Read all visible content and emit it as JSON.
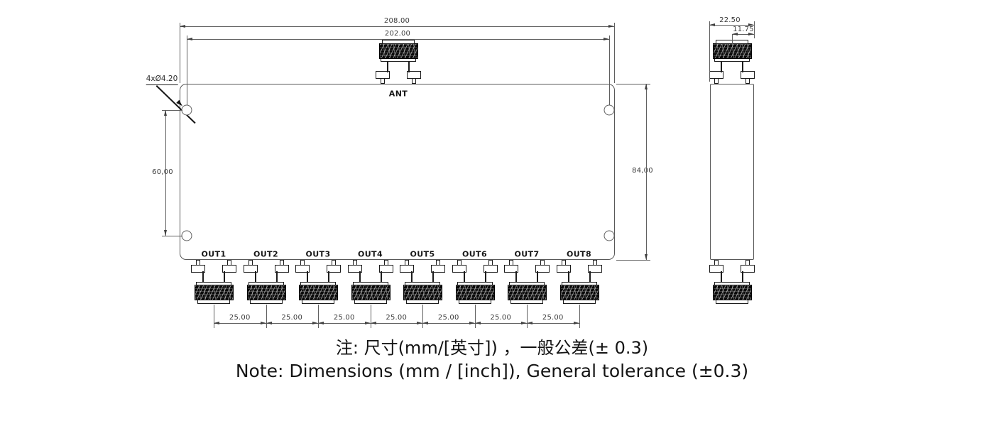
{
  "front": {
    "dim_overall": "208.00",
    "dim_hole_span": "202.00",
    "hole_callout": "4xØ4.20",
    "dim_hole_vertical": "60,00",
    "dim_height": "84,00",
    "ant_label": "ANT",
    "out_labels": [
      "OUT1",
      "OUT2",
      "OUT3",
      "OUT4",
      "OUT5",
      "OUT6",
      "OUT7",
      "OUT8"
    ],
    "pitch_labels": [
      "25.00",
      "25.00",
      "25.00",
      "25.00",
      "25.00",
      "25.00",
      "25.00"
    ]
  },
  "side": {
    "dim_depth": "22.50",
    "dim_center_offset": "11.75"
  },
  "notes": {
    "line_zh": "注: 尺寸(mm/[英寸]) ，一般公差(± 0.3)",
    "line_en": "Note: Dimensions (mm / [inch]), General tolerance (±0.3)"
  },
  "colors": {
    "outline": "#585858",
    "part_outline": "#1c1c1c",
    "dim_text": "#3a3a3a",
    "note_text": "#141414",
    "background": "#ffffff"
  }
}
